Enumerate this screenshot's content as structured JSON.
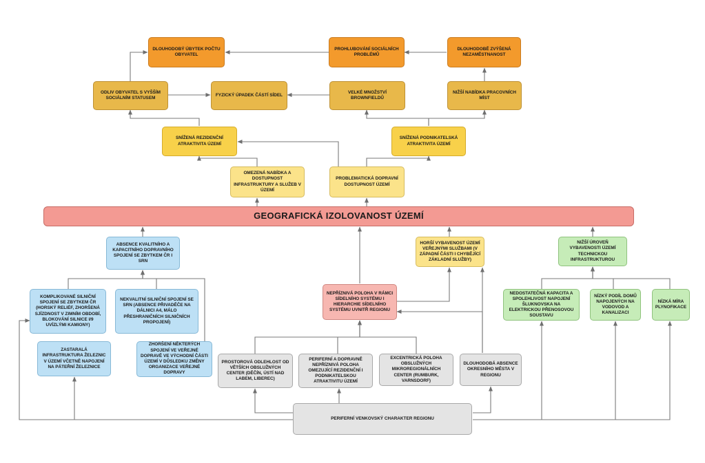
{
  "nodes": {
    "dlouhodoby_ubytek": "DLOUHODOBÝ ÚBYTEK POČTU OBYVATEL",
    "prohlubovani": "PROHLUBOVÁNÍ SOCIÁLNÍCH PROBLÉMŮ",
    "nezamestnanost": "DLOUHODOBĚ ZVÝŠENÁ NEZAMĚSTNANOST",
    "odliv": "ODLIV OBYVATEL S VYŠŠÍM SOCIÁLNÍM STATUSEM",
    "fyzicky_upadek": "FYZICKÝ ÚPADEK ČÁSTÍ SÍDEL",
    "brownfieldy": "VELKÉ MNOŽSTVÍ BROWNFIELDŮ",
    "nizsi_nabidka": "NIŽŠÍ NABÍDKA PRACOVNÍCH MÍST",
    "rezidencni": "SNÍŽENÁ REZIDENČNÍ ATRAKTIVITA ÚZEMÍ",
    "podnikatelska": "SNÍŽENÁ PODNIKATELSKÁ ATRAKTIVITA ÚZEMÍ",
    "omezena_nabidka": "OMEZENÁ NABÍDKA A DOSTUPNOST INFRASTRUKTURY A SLUŽEB V ÚZEMÍ",
    "problematicka_doprava": "PROBLEMATICKÁ DOPRAVNÍ DOSTUPNOST ÚZEMÍ",
    "geograficka": "GEOGRAFICKÁ IZOLOVANOST ÚZEMÍ",
    "absence_spojeni": "ABSENCE KVALITNÍHO A KAPACITNÍHO DOPRAVNÍHO SPOJENÍ SE ZBYTKEM ČR I SRN",
    "horsi_vybavenost": "HORŠÍ VYBAVENOST ÚZEMÍ VEŘEJNÝMI SLUŽBAMI (V ZÁPADNÍ ČÁSTI I CHYBĚJÍCÍ ZÁKLADNÍ SLUŽBY)",
    "nizsi_uroven": "NIŽŠÍ ÚROVEŇ VYBAVENOSTI ÚZEMÍ TECHNICKOU INFRASTRUKTUROU",
    "komplikovane": "KOMPLIKOVANÉ SILNIČNÍ SPOJENÍ SE ZBYTKEM ČR (HORSKÝ RELIÉF, ZHORŠENÁ SJÍZDNOST V ZIMNÍM OBDOBÍ, BLOKOVÁNÍ SILNICE I/9 UVÍZLÝMI KAMIONY)",
    "nekvalitni": "NEKVALITNÍ SILNIČNÍ SPOJENÍ SE SRN (ABSENCE PŘIVADĚČE NA DÁLNICI A4, MÁLO PŘESHRANIČNÍCH SILNIČNÍCH PROPOJENÍ)",
    "nepriznivá_poloha": "NEPŘÍZNIVÁ POLOHA V RÁMCI SÍDELNÍHO SYSTÉMU I HIERARCHIE SÍDELNÍHO SYSTÉMU UVNITŘ REGIONU",
    "nedostatecna": "NEDOSTATEČNÁ KAPACITA A SPOLEHLIVOST NAPOJENÍ ŠLUKNOVSKA NA ELEKTRICKOU PŘENOSOVOU SOUSTAVU",
    "nizky_podil": "NÍZKÝ PODÍL DOMŮ NAPOJENÝCH NA VODOVOD A KANALIZACI",
    "nizka_mira": "NÍZKÁ MÍRA PLYNOFIKACE",
    "zastarala": "ZASTARALÁ INFRASTRUKTURA ŽELEZNIC V ÚZEMÍ VČETNĚ NAPOJENÍ NA PÁTEŘNÍ ŽELEZNICE",
    "zhorseni": "ZHORŠENÍ NĚKTERÝCH SPOJENÍ VE VEŘEJNÉ DOPRAVĚ VE VÝCHODNÍ ČÁSTI ÚZEMÍ V DŮSLEDKU ZMĚNY ORGANIZACE VEŘEJNÉ DOPRAVY",
    "prostorova": "PROSTOROVÁ ODLEHLOST OD VĚTŠÍCH OBSLUŽNÝCH CENTER (DĚČÍN, ÚSTÍ NAD LABEM, LIBEREC)",
    "periferni_dopravne": "PERIFERNÍ A DOPRAVNĚ NEPŘÍZNIVÁ POLOHA OMEZUJÍCÍ REZIDENČNÍ I PODNIKATELSKOU ATRAKTIVITU ÚZEMÍ",
    "excentricka": "EXCENTRICKÁ POLOHA OBSLUŽNÝCH MIKROREGIONÁLNÍCH CENTER (RUMBURK, VARNSDORF)",
    "dlouhodoba_absence": "DLOUHODOBÁ ABSENCE OKRESNÍHO MĚSTA V REGIONU",
    "periferni_venkovsky": "PERIFERNÍ VENKOVSKÝ CHARAKTER REGIONU"
  },
  "colors": {
    "arrow": "#6f6f6f",
    "banner": "#f39a93",
    "consequence_top": "#f39a2c",
    "consequence_mid": "#e8b84a",
    "attractiveness": "#f8d14a",
    "service": "#fbe38a",
    "transport": "#bde0f5",
    "technical": "#c6ecb8",
    "base": "#e4e4e4"
  }
}
